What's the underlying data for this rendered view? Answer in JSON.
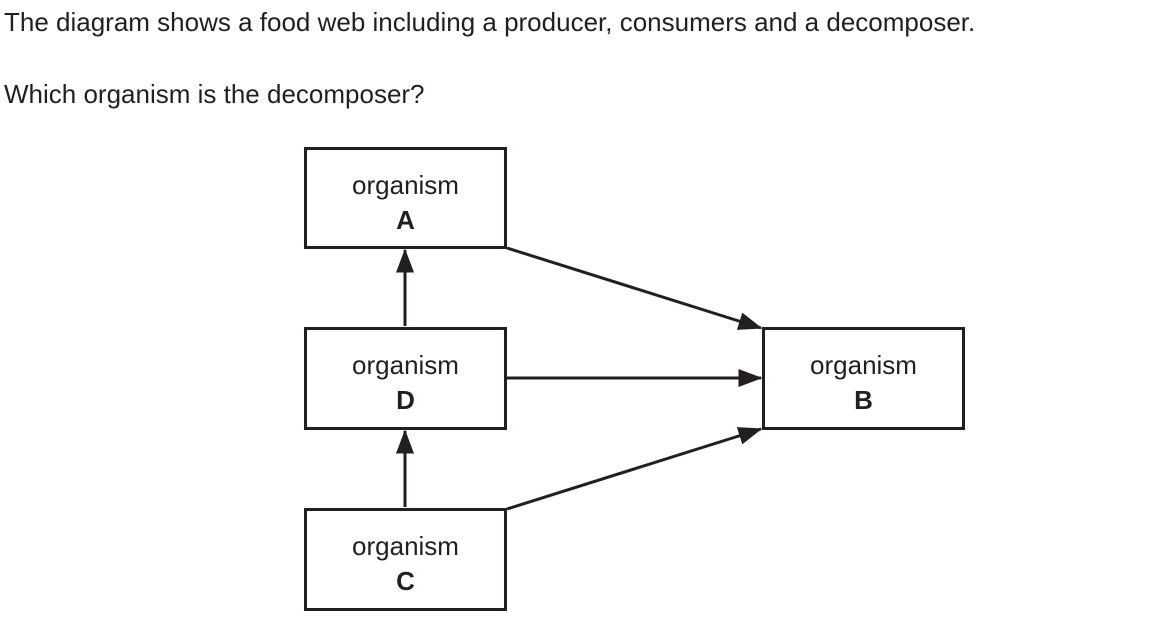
{
  "question": {
    "intro": "The diagram shows a food web including a producer, consumers and a decomposer.",
    "prompt": "Which organism is the decomposer?"
  },
  "organisms": {
    "A": {
      "label": "organism",
      "letter": "A"
    },
    "B": {
      "label": "organism",
      "letter": "B"
    },
    "C": {
      "label": "organism",
      "letter": "C"
    },
    "D": {
      "label": "organism",
      "letter": "D"
    }
  },
  "arrows": [
    {
      "from": "D",
      "to": "A"
    },
    {
      "from": "C",
      "to": "D"
    },
    {
      "from": "A",
      "to": "B"
    },
    {
      "from": "D",
      "to": "B"
    },
    {
      "from": "C",
      "to": "B"
    }
  ],
  "colors": {
    "ink": "#231f20",
    "background": "#ffffff"
  }
}
